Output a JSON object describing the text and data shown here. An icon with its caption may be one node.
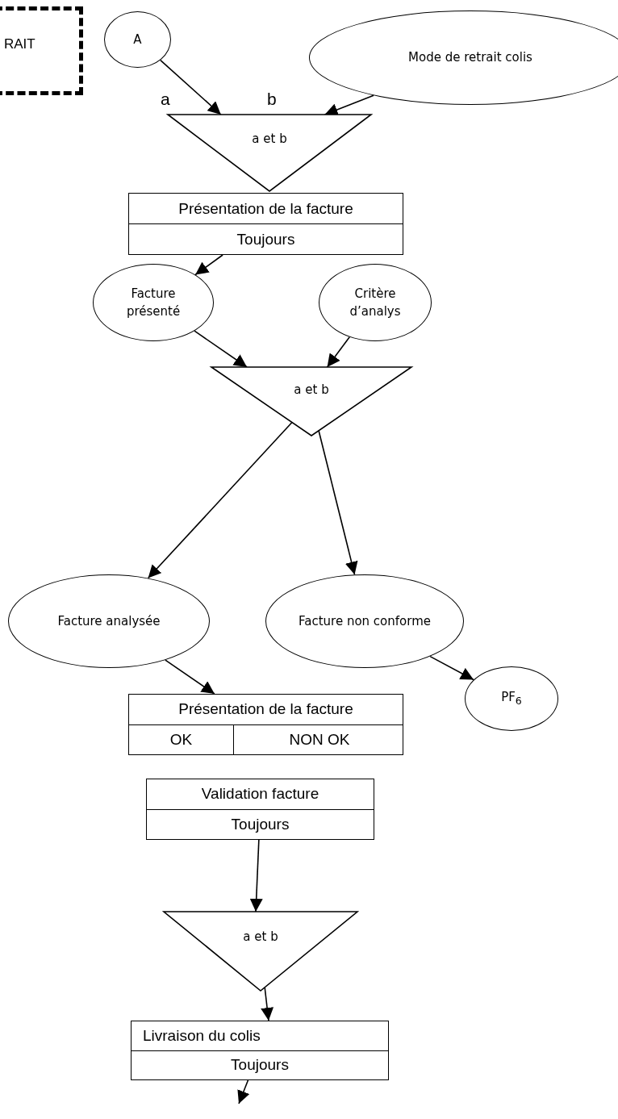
{
  "diagram": {
    "nodes": [
      {
        "text": [
          "RAIT"
        ]
      },
      {
        "text": [
          "A"
        ]
      },
      {
        "text": [
          "Mode de retrait colis"
        ]
      },
      {
        "text": [
          "a et b"
        ]
      },
      {
        "text": [
          "Présentation de la facture",
          "Toujours"
        ]
      },
      {
        "text": [
          "Facture présenté"
        ]
      },
      {
        "text": [
          "Critère d’analys"
        ]
      },
      {
        "text": [
          "a et b"
        ]
      },
      {
        "text": [
          "Facture analysée"
        ]
      },
      {
        "text": [
          "Facture non conforme"
        ]
      },
      {
        "text": [
          "PF$_{6}$"
        ]
      },
      {
        "text": [
          "Présentation de la facture",
          "OK",
          "NON OK"
        ]
      },
      {
        "text": [
          "Validation facture",
          "Toujours"
        ]
      },
      {
        "text": [
          "a et b"
        ]
      },
      {
        "text": [
          "Livraison du colis",
          "Toujours"
        ]
      }
    ],
    "edges": [
      {
        "from": 1,
        "to": 3,
        "arrow": "to",
        "label": "a"
      },
      {
        "from": 2,
        "to": 3,
        "arrow": "to",
        "label": "b"
      },
      {
        "from": 4,
        "to": 5,
        "arrow": "to"
      },
      {
        "from": 5,
        "to": 7,
        "arrow": "to"
      },
      {
        "from": 6,
        "to": 7,
        "arrow": "to"
      },
      {
        "from": 7,
        "to": 8,
        "arrow": "to"
      },
      {
        "from": 7,
        "to": 9,
        "arrow": "to"
      },
      {
        "from": 8,
        "to": 11,
        "arrow": "to"
      },
      {
        "from": 9,
        "to": 10,
        "arrow": "to"
      },
      {
        "from": 12,
        "to": 13,
        "arrow": "to"
      },
      {
        "from": 13,
        "to": 14,
        "arrow": "to"
      },
      {
        "from": 14,
        "to": null,
        "arrow": "to"
      }
    ]
  }
}
